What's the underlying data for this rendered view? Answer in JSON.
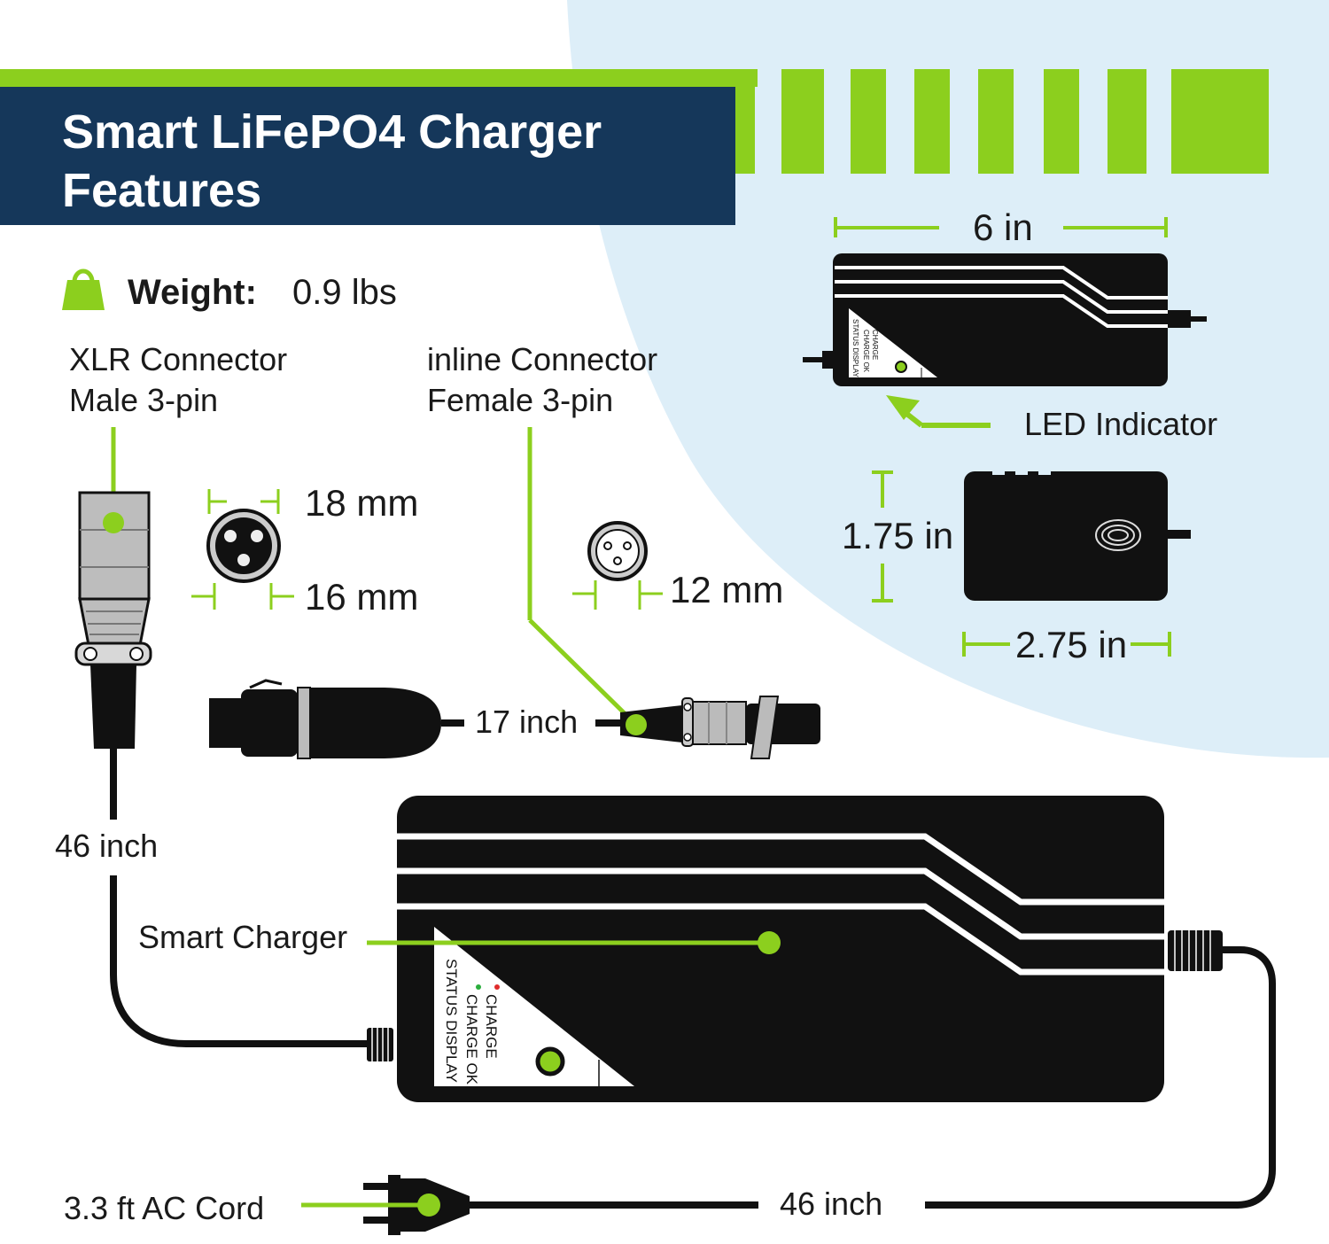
{
  "title_line1": "Smart LiFePO4 Charger",
  "title_line2": "Features",
  "weight": {
    "label": "Weight:",
    "value": "0.9 lbs",
    "icon": "shopping-bag-icon"
  },
  "xlr": {
    "line1": "XLR Connector",
    "line2": "Male 3-pin",
    "dim_outer": "18 mm",
    "dim_inner": "16 mm"
  },
  "inline": {
    "line1": "inline Connector",
    "line2": "Female 3-pin",
    "dim": "12 mm"
  },
  "cable_mid": "17 inch",
  "cable_left": "46 inch",
  "cable_bottom": "46 inch",
  "smart_charger": "Smart Charger",
  "ac_cord": "3.3 ft AC Cord",
  "top_view": {
    "width": "6 in",
    "led_label": "LED Indicator"
  },
  "side_view": {
    "height": "1.75 in",
    "depth": "2.75 in"
  },
  "status_panel": {
    "charge": "CHARGE",
    "charge_ok": "CHARGE OK",
    "display": "STATUS DISPLAY"
  },
  "colors": {
    "accent_green": "#8ccf1e",
    "navy": "#15375a",
    "light_blue": "#ddeef8",
    "black": "#111111"
  }
}
